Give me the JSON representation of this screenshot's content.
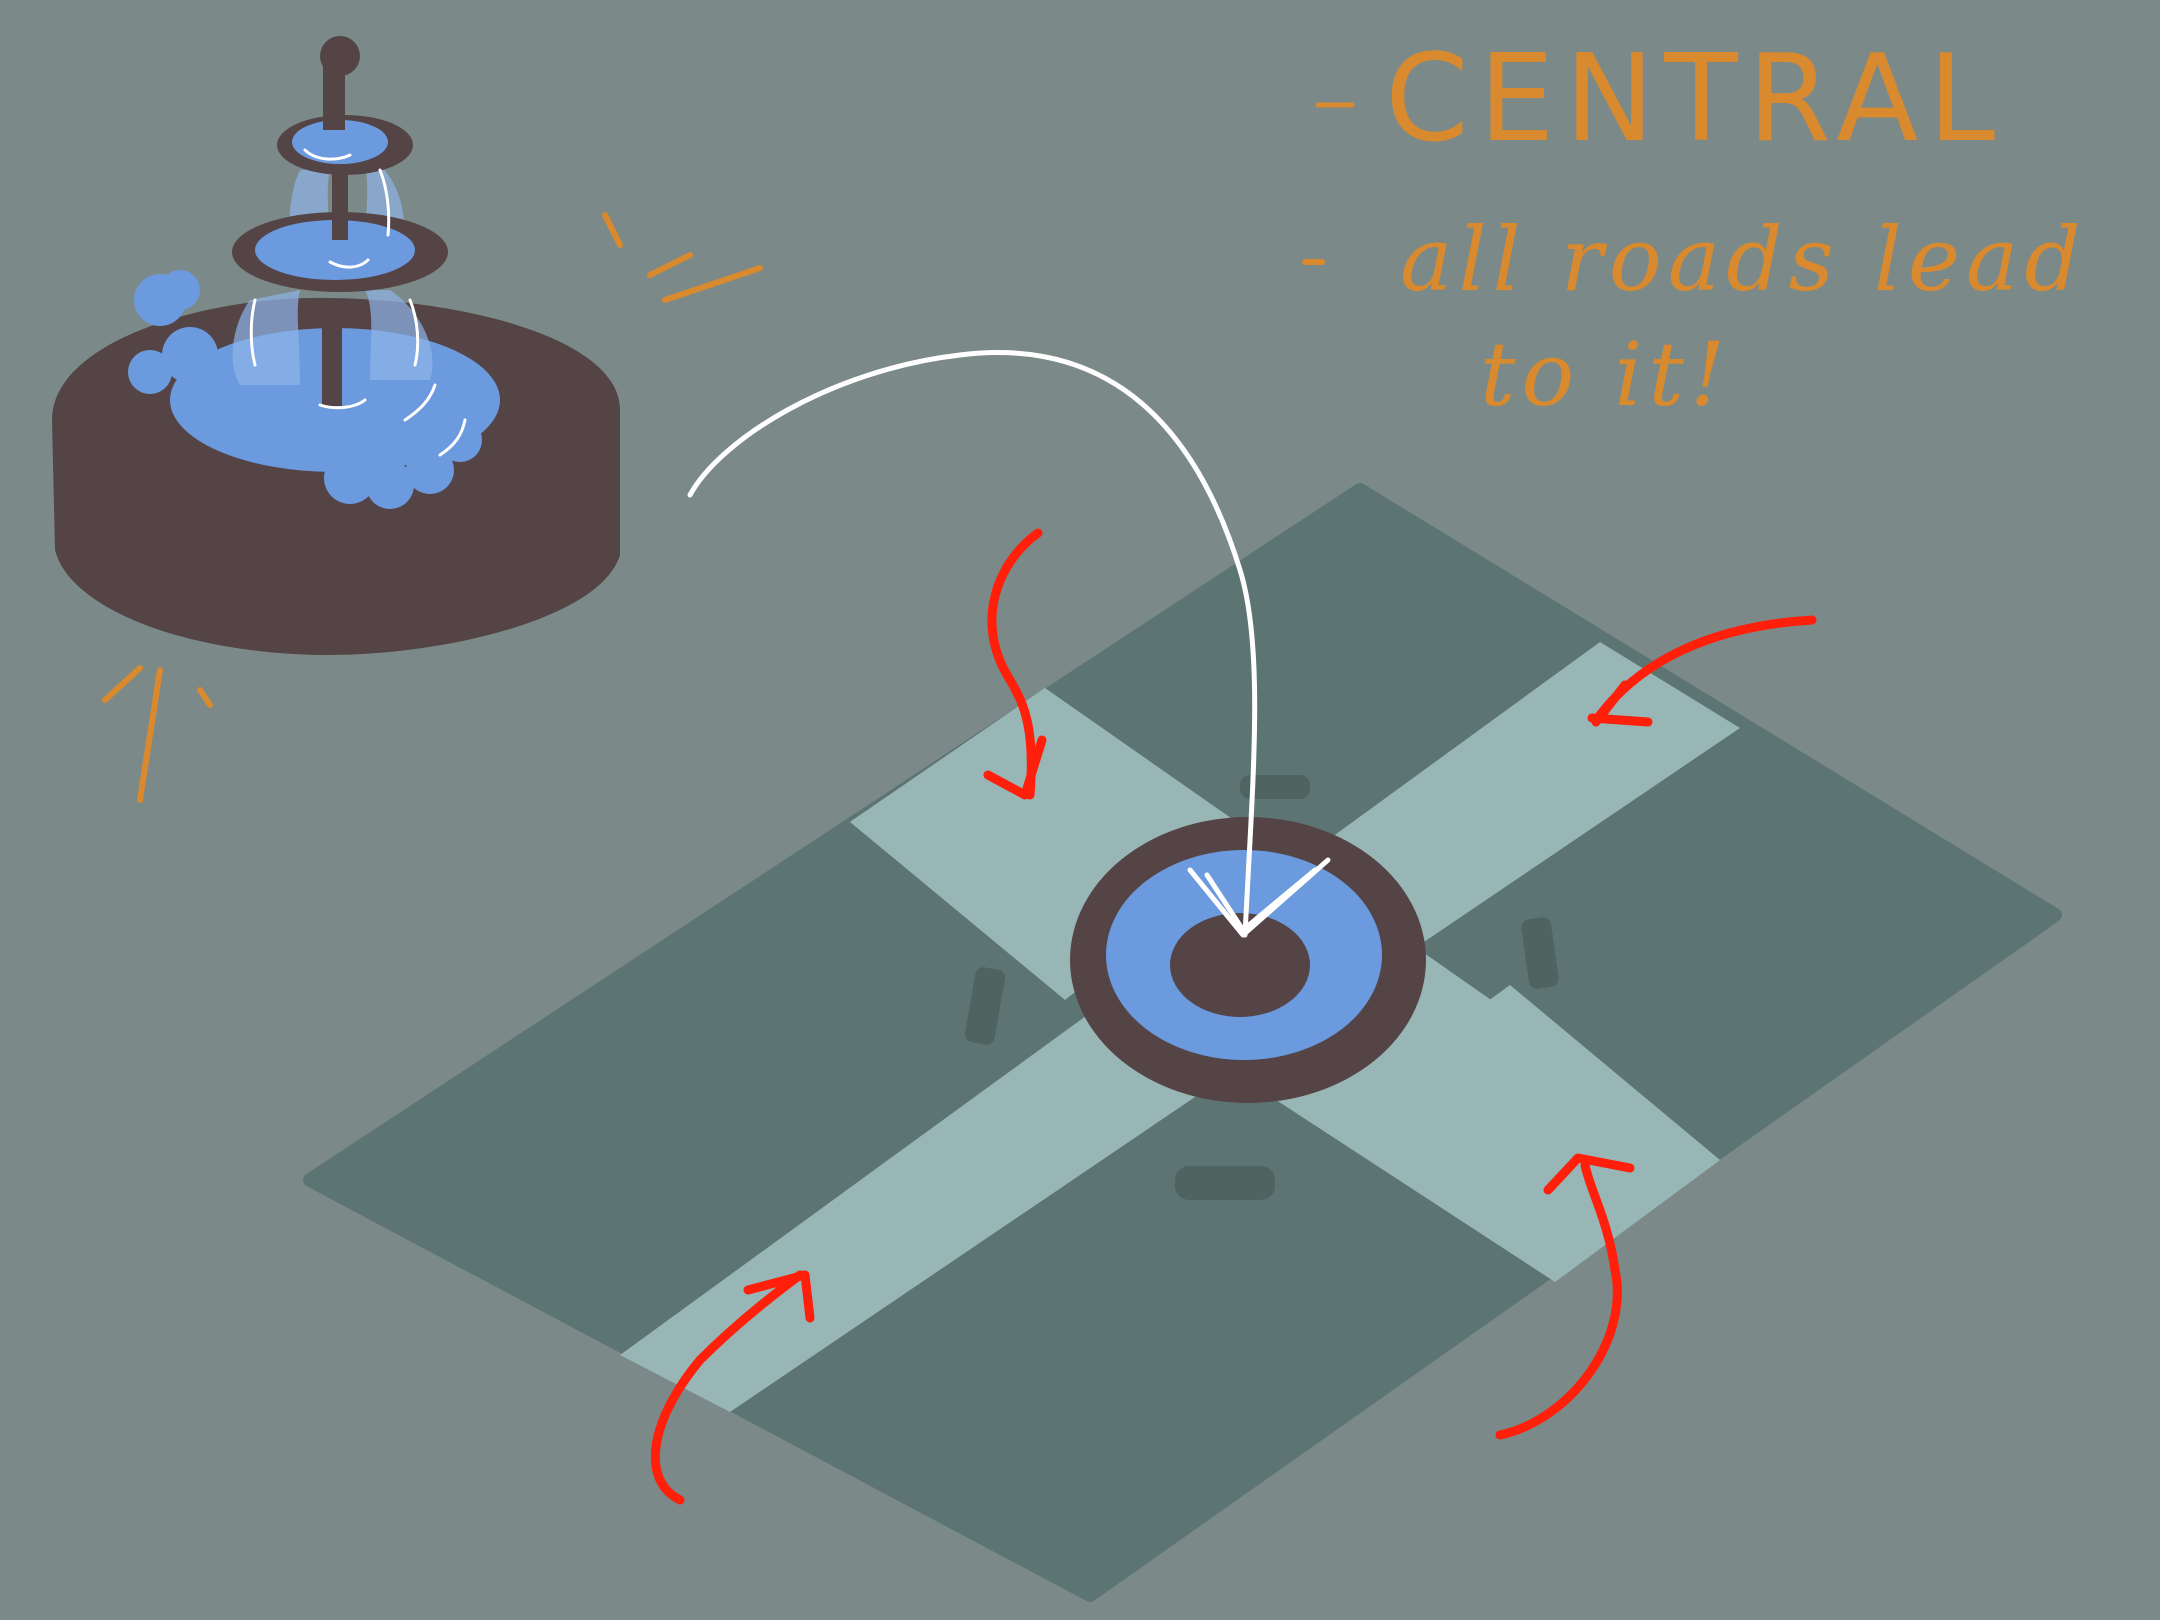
{
  "notes": {
    "title": "CENTRAL",
    "line1": "all roads lead",
    "line2": "to it!"
  },
  "colors": {
    "background": "#7b8a88",
    "plaza": "#5c7573",
    "road": "#97b6b5",
    "stone": "#544446",
    "water": "#6c9ade",
    "water_translucent": "#8fb3e8",
    "arrow_red": "#ff1f0a",
    "arrow_white": "#ffffff",
    "note_orange": "#d9892e"
  },
  "icons": {
    "fountain": "tiered-fountain-icon",
    "center_marker": "ring-marker-icon",
    "road_arrows": "curved-arrow-icon",
    "pointer": "curved-arrow-icon"
  }
}
